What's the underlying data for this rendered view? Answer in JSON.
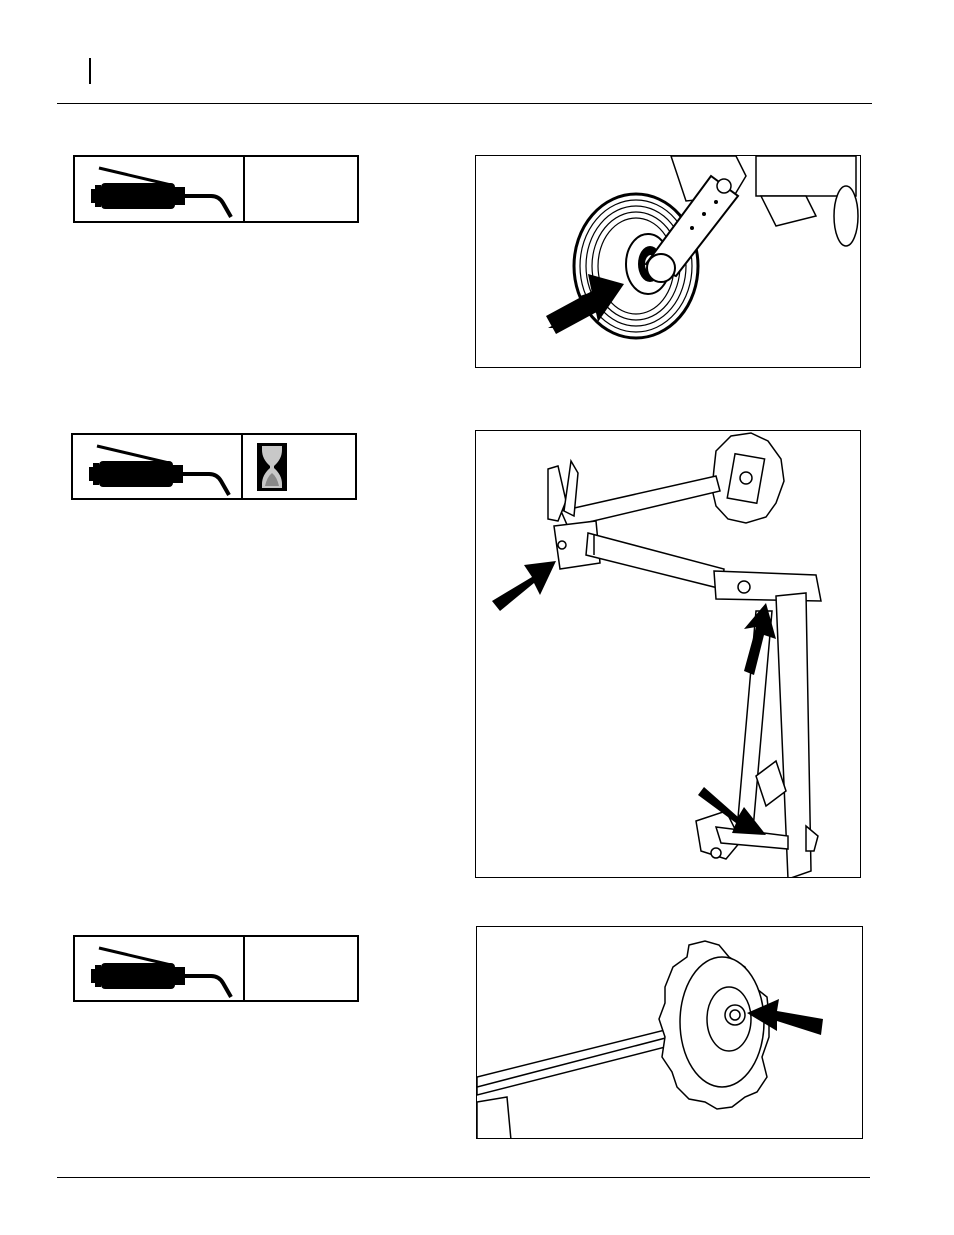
{
  "page": {
    "header_rule": true,
    "footer_rule": true
  },
  "lubrication_points": [
    {
      "symbol": "grease-gun-icon",
      "interval_symbol": null,
      "figure": "gauge-wheel-hub-figure",
      "arrow_count": 1
    },
    {
      "symbol": "grease-gun-icon",
      "interval_symbol": "hourglass-icon",
      "figure": "marker-arm-pivot-figure",
      "arrow_count": 3
    },
    {
      "symbol": "grease-gun-icon",
      "interval_symbol": null,
      "figure": "marker-disc-hub-figure",
      "arrow_count": 1
    }
  ]
}
